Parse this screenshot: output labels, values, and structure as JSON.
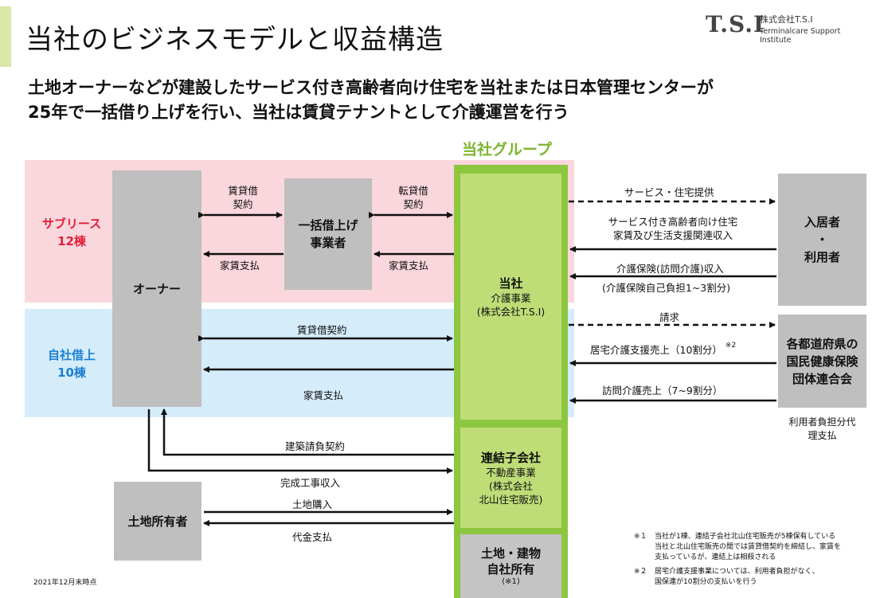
{
  "header": {
    "title": "当社のビジネスモデルと収益構造",
    "logo_mark": "T.S.I",
    "logo_name": "株式会社T.S.I",
    "logo_sub": "Terminalcare Support Institute"
  },
  "subtitle": {
    "line1": "土地オーナーなどが建設したサービス付き高齢者向け住宅を当社または日本管理センターが",
    "line2": "25年で一括借り上げを行い、当社は賃貸テナントとして介護運営を行う"
  },
  "zones": {
    "sublease": {
      "line1": "サブリース",
      "line2": "12棟"
    },
    "own": {
      "line1": "自社借上",
      "line2": "10棟"
    }
  },
  "owner": {
    "label": "オーナー"
  },
  "master_lessee": {
    "line1": "一括借上げ",
    "line2": "事業者"
  },
  "group": {
    "label": "当社グループ",
    "company": {
      "name": "当社",
      "line2": "介護事業",
      "line3": "(株式会社T.S.I)"
    },
    "subsidiary": {
      "name": "連結子会社",
      "line2": "不動産事業",
      "line3": "(株式会社",
      "line4": "北山住宅販売)"
    },
    "land": {
      "line1": "土地・建物",
      "line2": "自社所有",
      "note": "(※1)"
    }
  },
  "resident": {
    "line1": "入居者",
    "line2": "・",
    "line3": "利用者"
  },
  "union": {
    "line1": "各都道府県の",
    "line2": "国民健康保険",
    "line3": "団体連合会",
    "caption1": "利用者負担分代",
    "caption2": "理支払"
  },
  "landowner": {
    "label": "土地所有者"
  },
  "flows": {
    "lease1_a": "賃貸借",
    "lease1_b": "契約",
    "rent1": "家賃支払",
    "sublease_a": "転貸借",
    "sublease_b": "契約",
    "rent2": "家賃支払",
    "lease_contract": "賃貸借契約",
    "rent3": "家賃支払",
    "construction": "建築請負契約",
    "completion": "完成工事収入",
    "land_purchase": "土地購入",
    "payment": "代金支払",
    "service": "サービス・住宅提供",
    "rent_income_a": "サービス付き高齢者向け住宅",
    "rent_income_b": "家賃及び生活支援関連収入",
    "care_income_a": "介護保険(訪問介護)収入",
    "care_income_b": "(介護保険自己負担1~3割分)",
    "billing": "請求",
    "care_plan": "居宅介護支援売上（10割分）",
    "care_plan_note": "※2",
    "visit_care": "訪問介護売上（7~9割分）"
  },
  "notes": {
    "date": "2021年12月末時点",
    "n1_mark": "※１",
    "n1_line1": "当社が1棟、連結子会社北山住宅販売が5棟保有している",
    "n1_line2": "当社と北山住宅販売の間では賃貸借契約を締結し、家賃を",
    "n1_line3": "支払っているが、連結上は相殺される",
    "n2_mark": "※２",
    "n2_line1": "居宅介護支援事業については、利用者負担がなく、",
    "n2_line2": "国保連が10割分の支払いを行う"
  },
  "colors": {
    "accent_green": "#8dc63f",
    "light_green": "#bedd77",
    "pink_zone": "#fad7dc",
    "blue_zone": "#d5ecfb",
    "grey_box": "#bfbfbf",
    "sublease_red": "#e11d3a",
    "own_blue": "#1b7fd0"
  }
}
